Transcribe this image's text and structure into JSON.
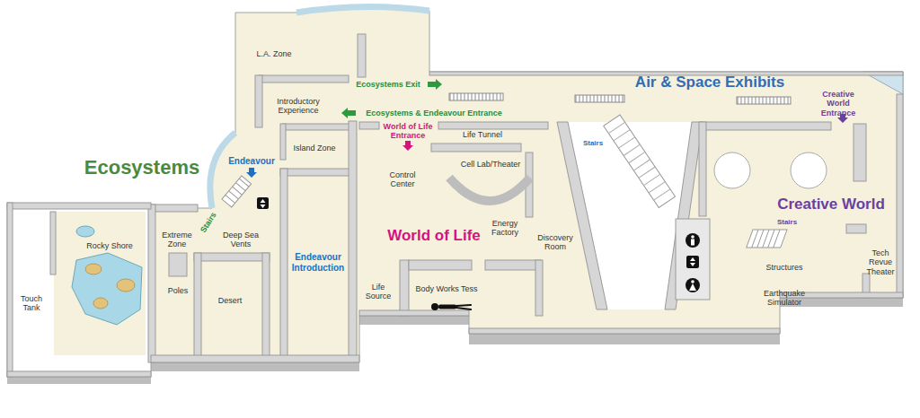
{
  "diagram": {
    "labels": [
      "L.A. Zone",
      "Ecosystems Exit",
      "Air & Space Exhibits",
      "Creative World Entrance",
      "Introductory Experience",
      "Ecosystems & Endeavour Entrance",
      "World of Life Entrance",
      "Life Tunnel",
      "Stairs",
      "Island Zone",
      "Ecosystems",
      "Endeavour",
      "Control Center",
      "Cell Lab/Theater",
      "Creative World",
      "Stairs",
      "Rocky Shore",
      "Extreme Zone",
      "Stairs",
      "Deep Sea Vents",
      "Energy Factory",
      "World of Life",
      "Discovery Room",
      "Endeavour Introduction",
      "Touch Tank",
      "Poles",
      "Desert",
      "Life Source",
      "Body Works Tess",
      "Structures",
      "Tech Revue Theater",
      "Earthquake Simulator"
    ]
  }
}
